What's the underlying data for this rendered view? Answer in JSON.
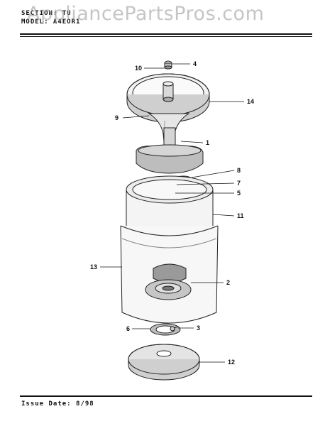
{
  "watermark": "AppliancePartsPros.com",
  "header": {
    "section": "SECTION: TU",
    "model": "MODEL: A4EOR1"
  },
  "footer": {
    "issue_date": "Issue Date: 8/98"
  },
  "callouts": [
    "10",
    "4",
    "14",
    "9",
    "1",
    "8",
    "7",
    "5",
    "11",
    "13",
    "2",
    "6",
    "3",
    "12"
  ]
}
